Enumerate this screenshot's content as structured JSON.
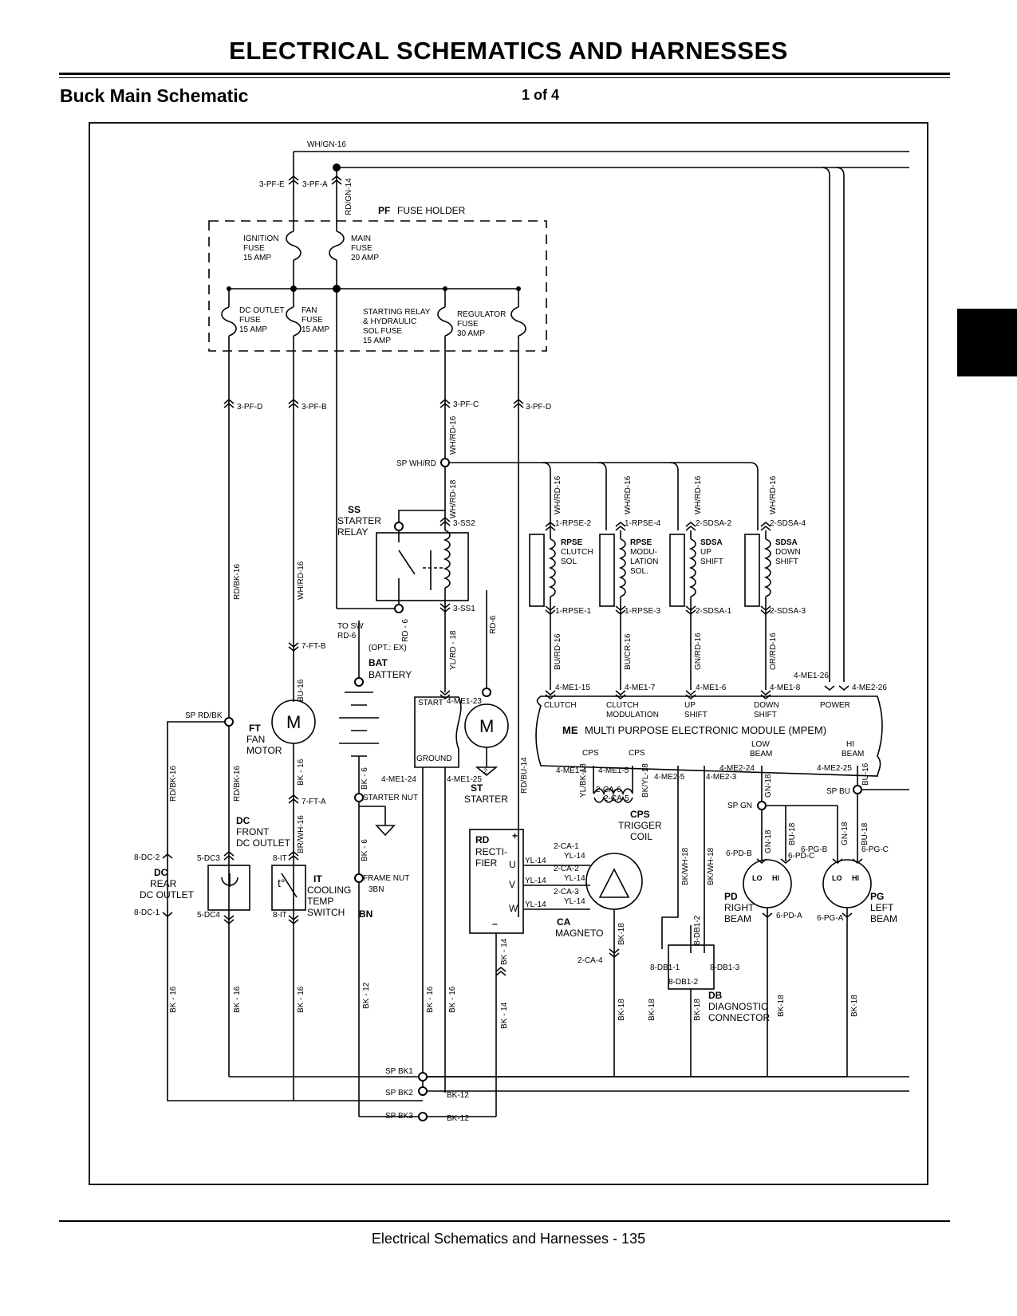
{
  "header": {
    "title": "ELECTRICAL   SCHEMATICS AND HARNESSES",
    "subtitle": "Buck Main Schematic",
    "page_of": "1 of 4"
  },
  "footer": {
    "text": "Electrical   Schematics and Harnesses  - 135"
  },
  "fuse_holder": {
    "label_code": "PF",
    "label_text": "FUSE HOLDER",
    "fuses": {
      "ignition": [
        "IGNITION",
        "FUSE",
        "15 AMP"
      ],
      "main": [
        "MAIN",
        "FUSE",
        "20 AMP"
      ],
      "dc_outlet": [
        "DC OUTLET",
        "FUSE",
        "15 AMP"
      ],
      "fan": [
        "FAN",
        "FUSE",
        "15 AMP"
      ],
      "starting": [
        "STARTING RELAY",
        "& HYDRAULIC",
        "SOL FUSE",
        "15 AMP"
      ],
      "regulator": [
        "REGULATOR",
        "FUSE",
        "30 AMP"
      ]
    }
  },
  "components": {
    "ss": {
      "code": "SS",
      "lines": [
        "STARTER",
        "RELAY"
      ]
    },
    "bat": {
      "code": "BAT",
      "lines": [
        "BATTERY"
      ]
    },
    "ft": {
      "code": "FT",
      "lines": [
        "FAN",
        "MOTOR"
      ]
    },
    "dc_front": {
      "code": "DC",
      "lines": [
        "FRONT",
        "DC OUTLET"
      ]
    },
    "dc_rear": {
      "code": "DC",
      "lines": [
        "REAR",
        "DC OUTLET"
      ]
    },
    "it": {
      "code": "IT",
      "lines": [
        "COOLING",
        "TEMP",
        "SWITCH"
      ]
    },
    "st": {
      "code": "ST",
      "lines": [
        "STARTER"
      ]
    },
    "rd": {
      "code": "RD",
      "lines": [
        "RECTI-",
        "FIER"
      ]
    },
    "ca": {
      "code": "CA",
      "lines": [
        "MAGNETO"
      ]
    },
    "cps": {
      "code": "CPS",
      "lines": [
        "TRIGGER",
        "COIL"
      ]
    },
    "me": {
      "code": "ME",
      "text": "MULTI PURPOSE ELECTRONIC MODULE (MPEM)"
    },
    "pd": {
      "code": "PD",
      "lines": [
        "RIGHT",
        "BEAM"
      ]
    },
    "pg": {
      "code": "PG",
      "lines": [
        "LEFT",
        "BEAM"
      ]
    },
    "db": {
      "code": "DB",
      "lines": [
        "DIAGNOSTIC",
        "CONNECTOR"
      ]
    },
    "bn": {
      "code": "BN"
    },
    "rpse_clutch": {
      "code": "RPSE",
      "lines": [
        "CLUTCH",
        "SOL"
      ]
    },
    "rpse_mod": {
      "code": "RPSE",
      "lines": [
        "MODU-",
        "LATION",
        "SOL."
      ]
    },
    "sdsa_up": {
      "code": "SDSA",
      "lines": [
        "UP",
        "SHIFT"
      ]
    },
    "sdsa_down": {
      "code": "SDSA",
      "lines": [
        "DOWN",
        "SHIFT"
      ]
    }
  },
  "module_pins_top": {
    "clutch": "CLUTCH",
    "clutch_mod": [
      "CLUTCH",
      "MODULATION"
    ],
    "up_shift": [
      "UP",
      "SHIFT"
    ],
    "down_shift": [
      "DOWN",
      "SHIFT"
    ],
    "power": "POWER"
  },
  "module_pins_bottom": {
    "cps1": "CPS",
    "cps2": "CPS",
    "low_beam": [
      "LOW",
      "BEAM"
    ],
    "hi_beam": [
      "HI",
      "BEAM"
    ]
  },
  "misc_labels": {
    "start": "START",
    "ground": "GROUND",
    "to_sw": [
      "TO SW",
      "RD-6"
    ],
    "opt_ex": "(OPT.: EX)",
    "starter_nut": "STARTER NUT",
    "frame_nut": "FRAME NUT",
    "bn_3": "3BN",
    "rd_plus": "+",
    "rd_minus": "–",
    "rd_u": "U",
    "rd_v": "V",
    "rd_w": "W",
    "motor_m": "M",
    "t_deg": "t°",
    "st_2": "2",
    "lo1": "LO",
    "hi1": "HI",
    "lo2": "LO",
    "hi2": "HI",
    "me_code": "ME"
  },
  "connector_labels": {
    "pf_e": "3-PF-E",
    "pf_a": "3-PF-A",
    "pf_d1": "3-PF-D",
    "pf_b": "3-PF-B",
    "pf_c": "3-PF-C",
    "pf_d2": "3-PF-D",
    "ss2": "3-SS2",
    "ss1": "3-SS1",
    "rpse2": "1-RPSE-2",
    "rpse4": "1-RPSE-4",
    "sdsa2": "2-SDSA-2",
    "sdsa4": "2-SDSA-4",
    "rpse1": "1-RPSE-1",
    "rpse3": "1-RPSE-3",
    "sdsa1": "2-SDSA-1",
    "sdsa3": "2-SDSA-3",
    "me1_15": "4-ME1-15",
    "me1_7": "4-ME1-7",
    "me1_6": "4-ME1-6",
    "me1_8": "4-ME1-8",
    "me1_26": "4-ME1-26",
    "me2_26": "4-ME2-26",
    "me1_23": "4-ME1-23",
    "me1_24": "4-ME1-24",
    "me1_25": "4-ME1-25",
    "me1_4": "4-ME1-4",
    "me1_5": "4-ME1-5",
    "me2_5": "4-ME2-5",
    "me2_3": "4-ME2-3",
    "me2_24": "4-ME2-24",
    "me2_25": "4-ME2-25",
    "ft_b1": "7-FT-B",
    "ft_a": "7-FT-A",
    "dc2": "8-DC-2",
    "dc1": "8-DC-1",
    "dc3": "5-DC3",
    "dc4": "5-DC4",
    "it1": "8-IT",
    "it2": "8-IT",
    "ca6": "2-CA-6",
    "ca5": "2-CA-5",
    "ca1": "2-CA-1",
    "ca2": "2-CA-2",
    "ca3": "2-CA-3",
    "ca4": "2-CA-4",
    "pd_b": "6-PD-B",
    "pd_c": "6-PD-C",
    "pd_a": "6-PD-A",
    "pg_b": "6-PG-B",
    "pg_c": "6-PG-C",
    "pg_a": "6-PG-A",
    "db1": "8-DB1-1",
    "db2": "8-DB1-2",
    "db3": "8-DB1-3",
    "db_2": "8-DB1-2",
    "sp_whrd": "SP WH/RD",
    "sp_rdbk": "SP RD/BK",
    "sp_gn": "SP GN",
    "sp_bu": "SP BU",
    "sp_bk1": "SP BK1",
    "sp_bk2": "SP BK2",
    "sp_bk3": "SP BK3"
  },
  "wire_labels": {
    "whgn16": "WH/GN-16",
    "rdgn14": "RD/GN-14",
    "whrd16": "WH/RD-16",
    "whrd18": "WH/RD-18",
    "rdbk16a": "RD/BK-16",
    "rdbk16b": "RD/BK-16",
    "rdbk16c": "RD/BK-16",
    "whrd16b": "WH/RD-16",
    "bu16a": "BU-16",
    "bk16a": "BK - 16",
    "brwh16": "BR/WH-16",
    "rd6a": "RD - 6",
    "rd6b": "RD-6",
    "ylrd18": "YL/RD - 18",
    "bk6a": "BK - 6",
    "bk6b": "BK - 6",
    "rdbu14": "RD/BU-14",
    "whrd16_1": "WH/RD-16",
    "whrd16_2": "WH/RD-16",
    "whrd16_3": "WH/RD-16",
    "whrd16_4": "WH/RD-16",
    "burd16": "BU/RD-16",
    "bucr16": "BU/CR-16",
    "gnrd16": "GN/RD-16",
    "orrd16": "OR/RD-16",
    "ylbk18": "YL/BK-18",
    "bkyl18": "BK/YL-18",
    "yl14a": "YL-14",
    "yl14b": "YL-14",
    "yl14c": "YL-14",
    "yl14d": "YL-14",
    "yl14e": "YL-14",
    "yl14f": "YL-14",
    "bkwh18a": "BK/WH-18",
    "bkwh18b": "BK/WH-18",
    "gn18a": "GN-18",
    "gn18b": "GN-18",
    "gn18c": "GN-18",
    "bu18a": "BU-18",
    "bu18b": "BU-18",
    "bu16b": "BU-16",
    "bk14a": "BK - 14",
    "bk14b": "BK - 14",
    "bk18a": "BK-18",
    "bk18b": "BK-18",
    "bk18c": "BK-18",
    "bk18d": "BK-18",
    "bk18e": "BK-18",
    "bk18f": "BK-18",
    "bk16_1": "BK - 16",
    "bk16_2": "BK - 16",
    "bk16_3": "BK - 16",
    "bk12a": "BK - 12",
    "bk16_4": "BK - 16",
    "bk16_5": "BK - 16",
    "bk12b": "BK-12",
    "bk12c": "BK-12"
  }
}
